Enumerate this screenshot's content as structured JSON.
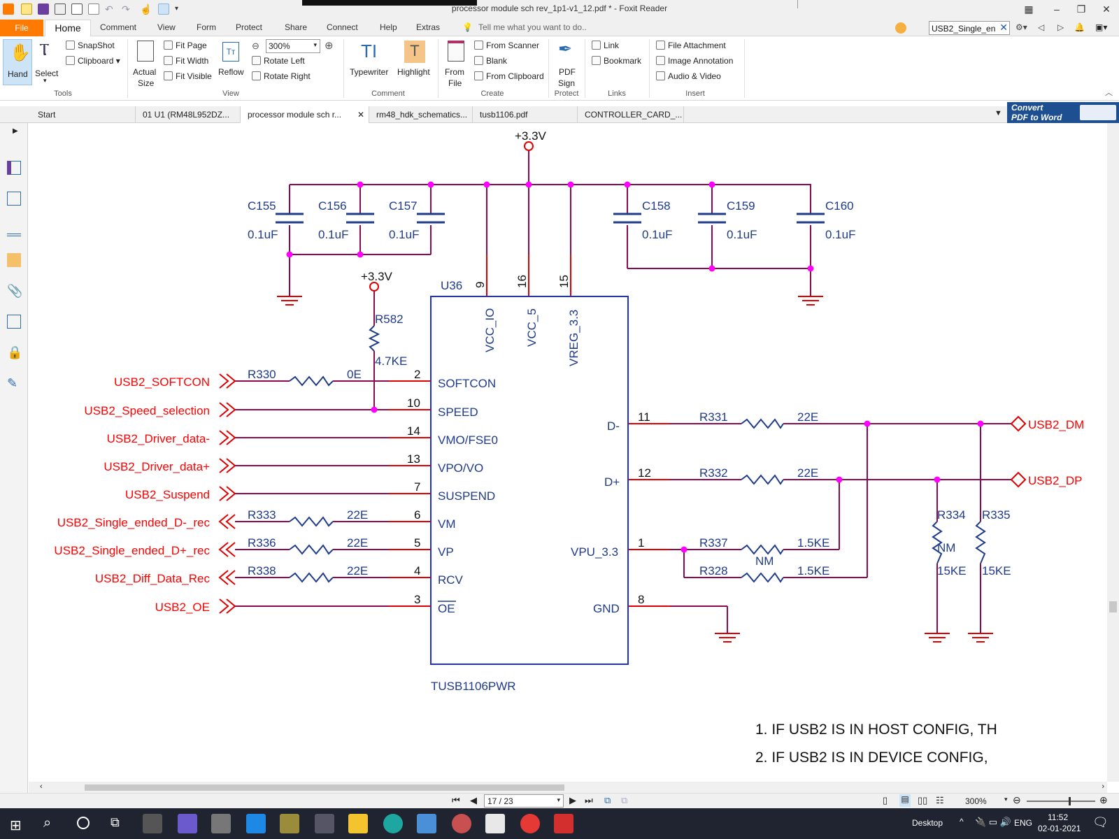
{
  "window": {
    "title": "processor module sch rev_1p1-v1_12.pdf * - Foxit Reader"
  },
  "menu": {
    "file": "File",
    "home": "Home",
    "items": [
      "Comment",
      "View",
      "Form",
      "Protect",
      "Share",
      "Connect",
      "Help",
      "Extras"
    ],
    "tell_me_placeholder": "Tell me what you want to do..",
    "search_value": "USB2_Single_en"
  },
  "ribbon": {
    "tools": {
      "hand": "Hand",
      "select": "Select",
      "snapshot": "SnapShot",
      "clipboard": "Clipboard",
      "group": "Tools"
    },
    "view": {
      "actual_size_1": "Actual",
      "actual_size_2": "Size",
      "fit_page": "Fit Page",
      "fit_width": "Fit Width",
      "fit_visible": "Fit Visible",
      "reflow": "Reflow",
      "zoom": "300%",
      "rotate_left": "Rotate Left",
      "rotate_right": "Rotate Right",
      "group": "View"
    },
    "comment": {
      "typewriter": "Typewriter",
      "highlight": "Highlight",
      "group": "Comment"
    },
    "create": {
      "from_file_1": "From",
      "from_file_2": "File",
      "from_scanner": "From Scanner",
      "blank": "Blank",
      "from_clipboard": "From Clipboard",
      "group": "Create"
    },
    "protect": {
      "pdf_sign_1": "PDF",
      "pdf_sign_2": "Sign",
      "group": "Protect"
    },
    "links": {
      "link": "Link",
      "bookmark": "Bookmark",
      "group": "Links"
    },
    "insert": {
      "file_attachment": "File Attachment",
      "image_annotation": "Image Annotation",
      "audio_video": "Audio & Video",
      "group": "Insert"
    }
  },
  "tabs": [
    {
      "label": "Start"
    },
    {
      "label": "01 U1 (RM48L952DZ..."
    },
    {
      "label": "processor module sch r..."
    },
    {
      "label": "rm48_hdk_schematics..."
    },
    {
      "label": "tusb1106.pdf"
    },
    {
      "label": "CONTROLLER_CARD_..."
    }
  ],
  "convert_banner": {
    "line1": "Convert",
    "line2": "PDF to Word"
  },
  "schematic": {
    "power_top": "+3.3V",
    "power_r582": "+3.3V",
    "caps": [
      {
        "ref": "C155",
        "value": "0.1uF"
      },
      {
        "ref": "C156",
        "value": "0.1uF"
      },
      {
        "ref": "C157",
        "value": "0.1uF"
      },
      {
        "ref": "C158",
        "value": "0.1uF"
      },
      {
        "ref": "C159",
        "value": "0.1uF"
      },
      {
        "ref": "C160",
        "value": "0.1uF"
      }
    ],
    "ic": {
      "ref": "U36",
      "part": "TUSB1106PWR",
      "top_pins": [
        {
          "num": "9",
          "name": "VCC_IO"
        },
        {
          "num": "16",
          "name": "VCC_5"
        },
        {
          "num": "15",
          "name": "VREG_3.3"
        }
      ],
      "left_pins": [
        {
          "num": "2",
          "name": "SOFTCON"
        },
        {
          "num": "10",
          "name": "SPEED"
        },
        {
          "num": "14",
          "name": "VMO/FSE0"
        },
        {
          "num": "13",
          "name": "VPO/VO"
        },
        {
          "num": "7",
          "name": "SUSPEND"
        },
        {
          "num": "6",
          "name": "VM"
        },
        {
          "num": "5",
          "name": "VP"
        },
        {
          "num": "4",
          "name": "RCV"
        },
        {
          "num": "3",
          "name": "OE"
        }
      ],
      "right_pins": [
        {
          "num": "11",
          "name": "D-"
        },
        {
          "num": "12",
          "name": "D+"
        },
        {
          "num": "1",
          "name": "VPU_3.3"
        },
        {
          "num": "8",
          "name": "GND"
        }
      ]
    },
    "r582": {
      "ref": "R582",
      "value": "4.7KE"
    },
    "left_nets": [
      {
        "name": "USB2_SOFTCON",
        "res": "R330",
        "val": "0E"
      },
      {
        "name": "USB2_Speed_selection"
      },
      {
        "name": "USB2_Driver_data-"
      },
      {
        "name": "USB2_Driver_data+"
      },
      {
        "name": "USB2_Suspend"
      },
      {
        "name": "USB2_Single_ended_D-_rec",
        "res": "R333",
        "val": "22E"
      },
      {
        "name": "USB2_Single_ended_D+_rec",
        "res": "R336",
        "val": "22E"
      },
      {
        "name": "USB2_Diff_Data_Rec",
        "res": "R338",
        "val": "22E"
      },
      {
        "name": "USB2_OE"
      }
    ],
    "right": {
      "r331": {
        "ref": "R331",
        "val": "22E"
      },
      "r332": {
        "ref": "R332",
        "val": "22E"
      },
      "r337": {
        "ref": "R337",
        "val": "1.5KE",
        "nm": "NM"
      },
      "r328": {
        "ref": "R328",
        "val": "1.5KE"
      },
      "r334": {
        "ref": "R334",
        "nm": "NM",
        "val": "15KE"
      },
      "r335": {
        "ref": "R335",
        "val": "15KE"
      },
      "usb_dm": "USB2_DM",
      "usb_dp": "USB2_DP"
    },
    "notes": [
      "1. IF USB2 IS IN HOST CONFIG, TH",
      "2. IF USB2 IS IN DEVICE CONFIG,"
    ]
  },
  "statusbar": {
    "page": "17 / 23",
    "zoom": "300%"
  },
  "taskbar": {
    "desktop": "Desktop",
    "lang": "ENG",
    "time": "11:52",
    "date": "02-01-2021"
  },
  "colors": {
    "accent": "#ff7a00",
    "net_red": "#ff0000",
    "wire": "#8b0a50",
    "ic_blue": "#1e3a8a",
    "junction": "#ff00ff",
    "taskbar": "#1f2430"
  }
}
